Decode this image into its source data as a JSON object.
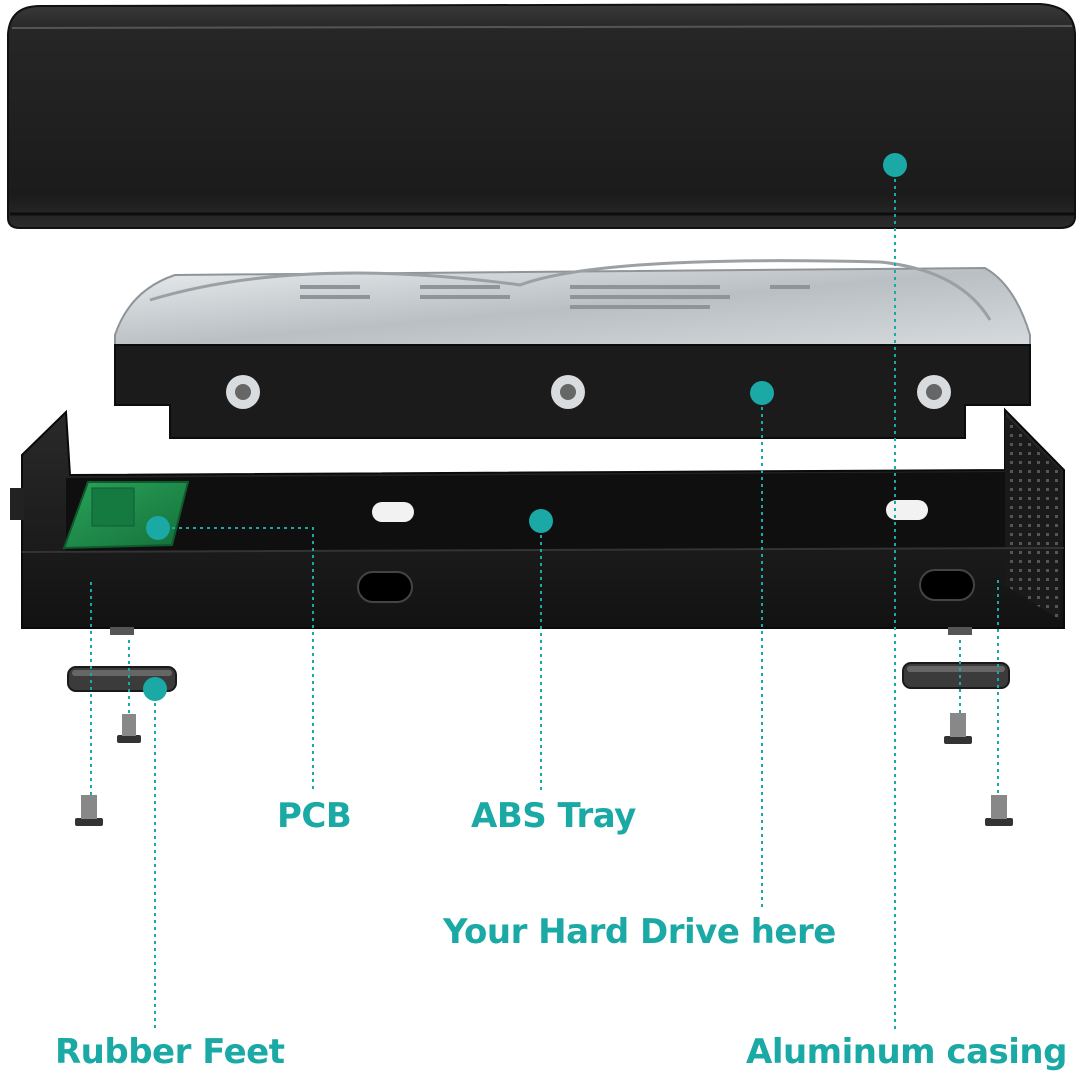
{
  "labels": {
    "pcb": "PCB",
    "abs_tray": "ABS Tray",
    "hard_drive": "Your Hard Drive here",
    "rubber_feet": "Rubber Feet",
    "aluminum_casing": "Aluminum casing"
  },
  "colors": {
    "accent": "#1aa9a5",
    "casing": "#1e1e1e",
    "tray": "#161616",
    "pcb": "#1c8a4a",
    "drive_metal": "#c9cdd0"
  }
}
